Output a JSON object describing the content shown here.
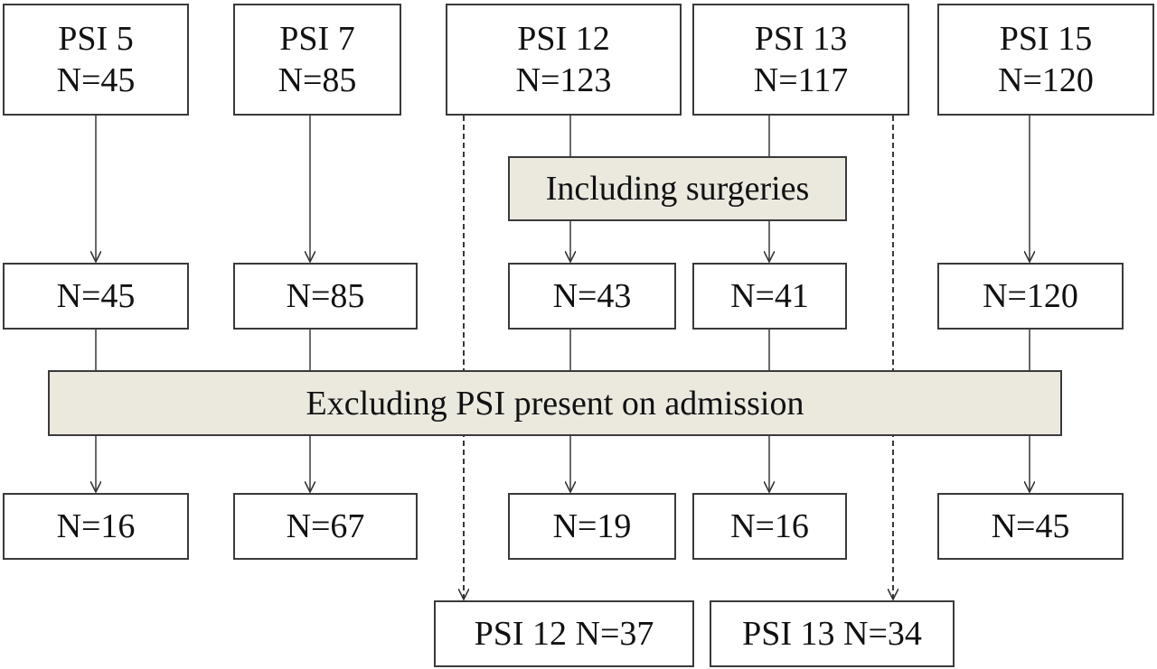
{
  "top": [
    {
      "id": "psi5",
      "title": "PSI 5",
      "n": "N=45"
    },
    {
      "id": "psi7",
      "title": "PSI 7",
      "n": "N=85"
    },
    {
      "id": "psi12",
      "title": "PSI 12",
      "n": "N=123"
    },
    {
      "id": "psi13",
      "title": "PSI 13",
      "n": "N=117"
    },
    {
      "id": "psi15",
      "title": "PSI 15",
      "n": "N=120"
    }
  ],
  "including_label": "Including surgeries",
  "middle": [
    {
      "id": "psi5",
      "n": "N=45"
    },
    {
      "id": "psi7",
      "n": "N=85"
    },
    {
      "id": "psi12",
      "n": "N=43"
    },
    {
      "id": "psi13",
      "n": "N=41"
    },
    {
      "id": "psi15",
      "n": "N=120"
    }
  ],
  "excluding_label": "Excluding PSI present on admission",
  "bottom": [
    {
      "id": "psi5",
      "n": "N=16"
    },
    {
      "id": "psi7",
      "n": "N=67"
    },
    {
      "id": "psi12",
      "n": "N=19"
    },
    {
      "id": "psi13",
      "n": "N=16"
    },
    {
      "id": "psi15",
      "n": "N=45"
    }
  ],
  "extra": [
    {
      "id": "psi12",
      "label": "PSI 12 N=37"
    },
    {
      "id": "psi13",
      "label": "PSI 13 N=34"
    }
  ]
}
